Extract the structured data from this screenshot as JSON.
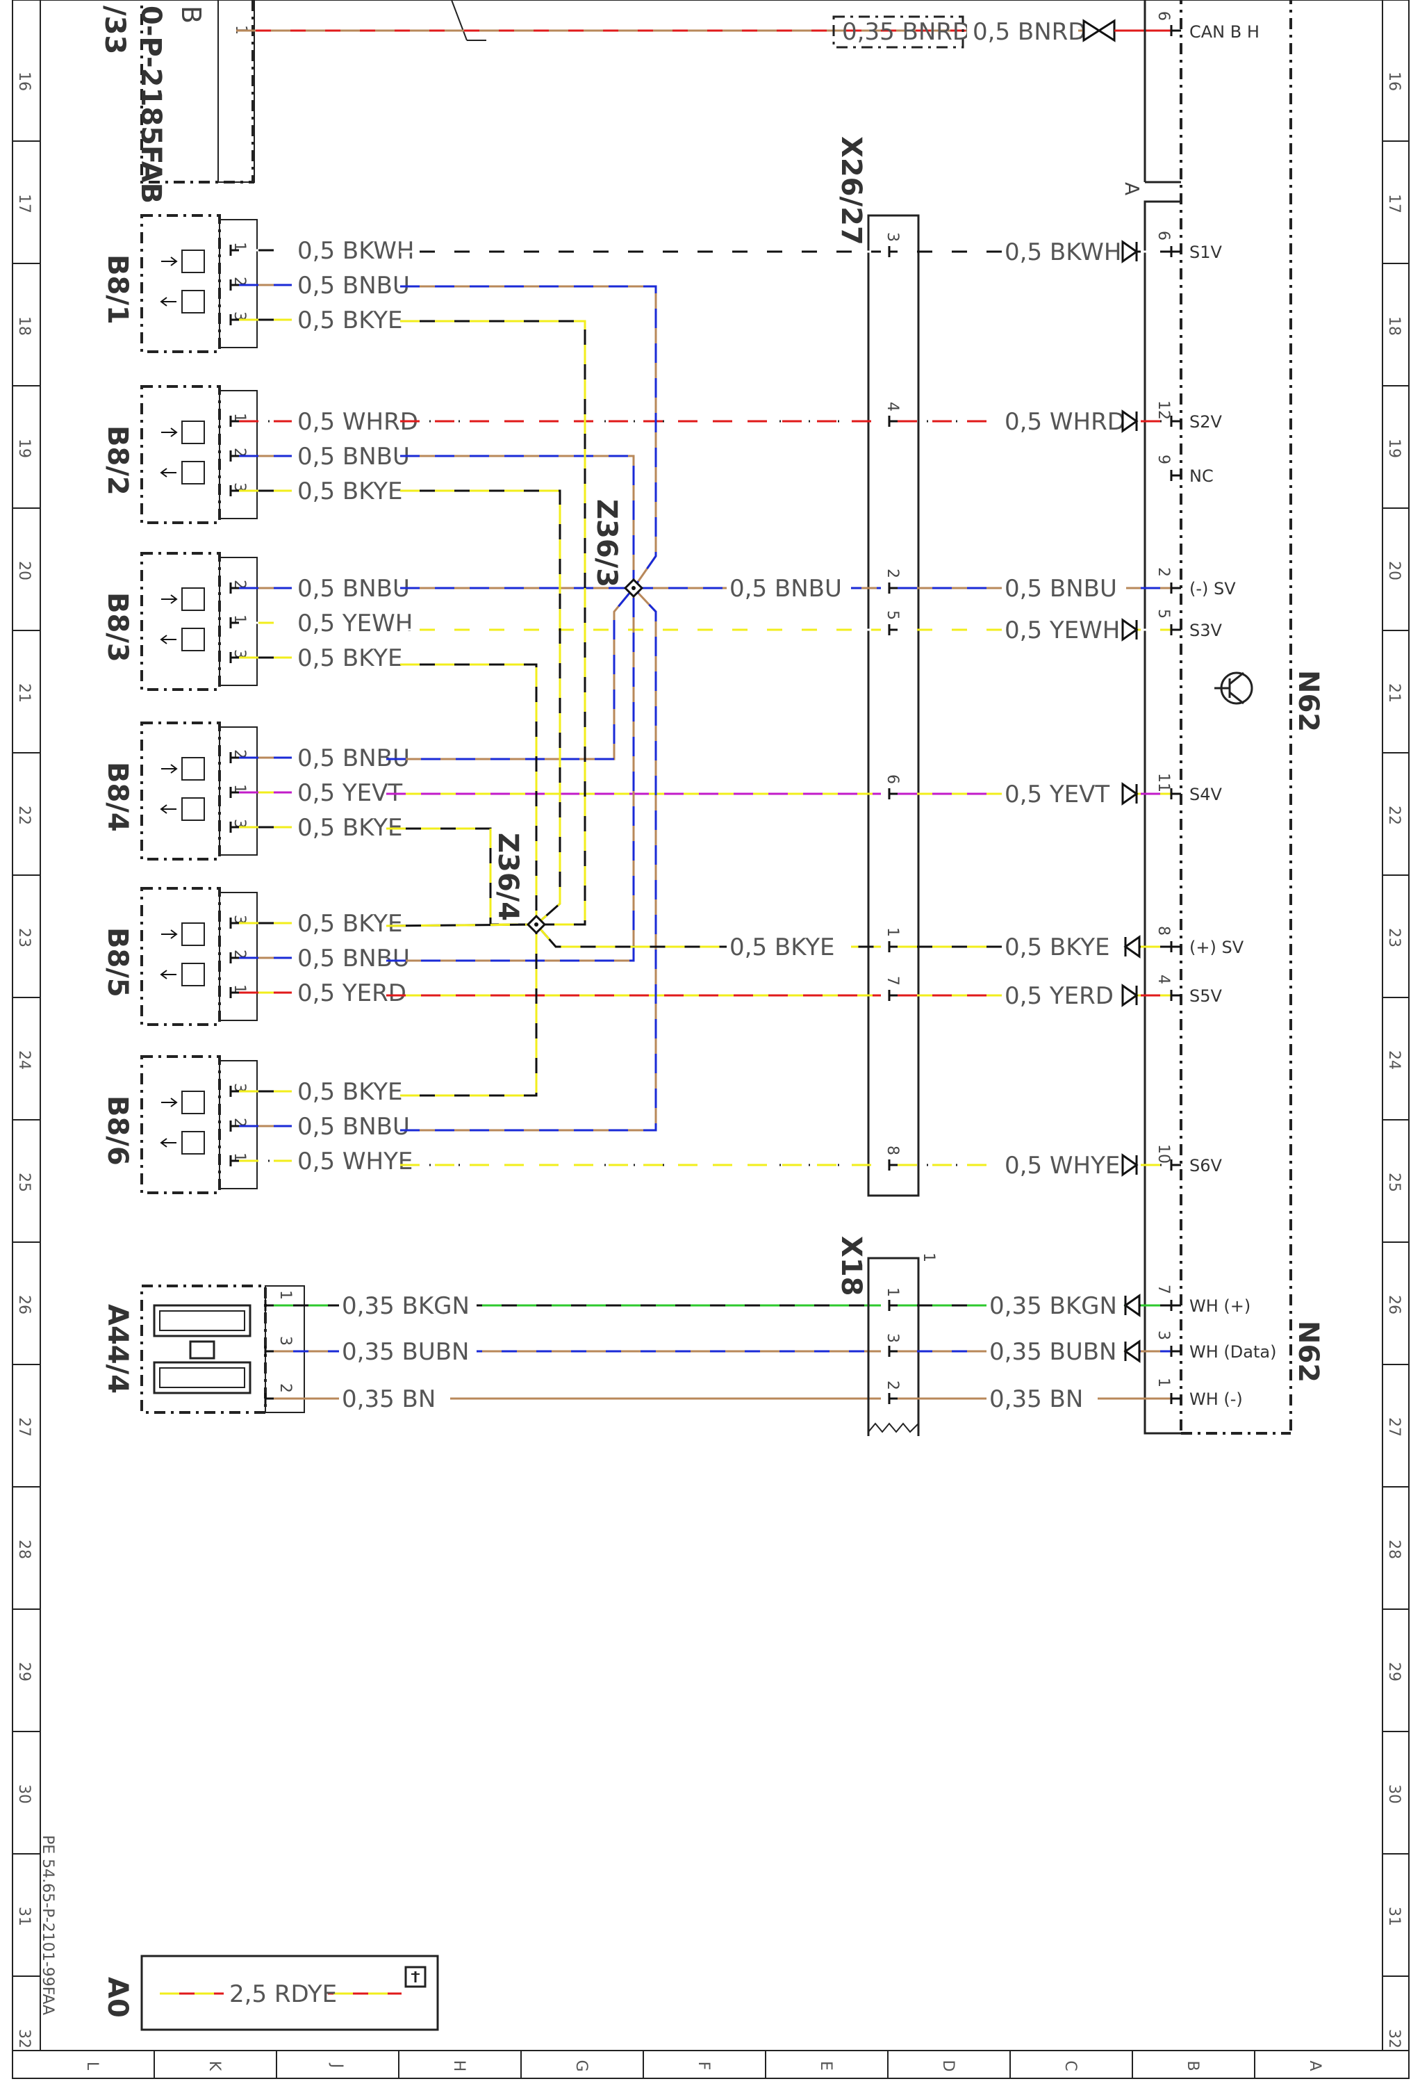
{
  "components": {
    "top_left": {
      "lines": [
        "/33",
        "0-P-2185FAB",
        "B"
      ]
    },
    "b8_1": "B8/1",
    "b8_2": "B8/2",
    "b8_3": "B8/3",
    "b8_4": "B8/4",
    "b8_5": "B8/5",
    "b8_6": "B8/6",
    "a44_4": "A44/4",
    "a0": "A0",
    "x26_27": "X26/27",
    "x18": "X18",
    "z36_3": "Z36/3",
    "z36_4": "Z36/4",
    "n62_top": "N62",
    "n62_bottom": "N62"
  },
  "sensors": [
    {
      "id": "b8_1",
      "wires": [
        {
          "pin": "1",
          "label": "0,5  BKWH"
        },
        {
          "pin": "2",
          "label": "0,5  BNBU"
        },
        {
          "pin": "3",
          "label": "0,5  BKYE"
        }
      ]
    },
    {
      "id": "b8_2",
      "wires": [
        {
          "pin": "1",
          "label": "0,5  WHRD"
        },
        {
          "pin": "2",
          "label": "0,5  BNBU"
        },
        {
          "pin": "3",
          "label": "0,5  BKYE"
        }
      ]
    },
    {
      "id": "b8_3",
      "wires": [
        {
          "pin": "2",
          "label": "0,5  BNBU"
        },
        {
          "pin": "1",
          "label": "0,5  YEWH"
        },
        {
          "pin": "3",
          "label": "0,5  BKYE"
        }
      ]
    },
    {
      "id": "b8_4",
      "wires": [
        {
          "pin": "2",
          "label": "0,5  BNBU"
        },
        {
          "pin": "1",
          "label": "0,5  YEVT"
        },
        {
          "pin": "3",
          "label": "0,5  BKYE"
        }
      ]
    },
    {
      "id": "b8_5",
      "wires": [
        {
          "pin": "3",
          "label": "0,5  BKYE"
        },
        {
          "pin": "2",
          "label": "0,5  BNBU"
        },
        {
          "pin": "1",
          "label": "0,5  YERD"
        }
      ]
    },
    {
      "id": "b8_6",
      "wires": [
        {
          "pin": "3",
          "label": "0,5  BKYE"
        },
        {
          "pin": "2",
          "label": "0,5  BNBU"
        },
        {
          "pin": "1",
          "label": "0,5  WHYE"
        }
      ]
    }
  ],
  "a44_wires": [
    {
      "pin": "1",
      "label": "0,35  BKGN"
    },
    {
      "pin": "3",
      "label": "0,35  BUBN"
    },
    {
      "pin": "2",
      "label": "0,35  BN"
    }
  ],
  "can_line": {
    "pin_left": "1",
    "boxed_label": "0,35  BNRD",
    "label": "0,5  BNRD",
    "pin_right": "6",
    "signal": "CAN  B  H"
  },
  "right_wires": [
    {
      "label": "0,5  BKWH",
      "pin": "6",
      "signal": "S1V"
    },
    {
      "label": "0,5  WHRD",
      "pin": "12",
      "signal": "S2V"
    },
    {
      "label": "",
      "pin": "9",
      "signal": "NC"
    },
    {
      "label": "0,5  BNBU",
      "pin": "2",
      "signal": "(-)  SV"
    },
    {
      "label": "0,5  YEWH",
      "pin": "5",
      "signal": "S3V"
    },
    {
      "label": "0,5  YEVT",
      "pin": "11",
      "signal": "S4V"
    },
    {
      "label": "0,5  BKYE",
      "pin": "8",
      "signal": "(+)  SV"
    },
    {
      "label": "0,5  YERD",
      "pin": "4",
      "signal": "S5V"
    },
    {
      "label": "0,5  WHYE",
      "pin": "10",
      "signal": "S6V"
    }
  ],
  "x26_pins": [
    "3",
    "4",
    "2",
    "5",
    "6",
    "1",
    "7",
    "8"
  ],
  "z36_3_out": "0,5  BNBU",
  "z36_4_out": "0,5  BKYE",
  "x18_wires": [
    {
      "pin": "1",
      "label": "0,35  BKGN",
      "npin": "7",
      "signal": "WH  (+)"
    },
    {
      "pin": "3",
      "label": "0,35  BUBN",
      "npin": "3",
      "signal": "WH  (Data)"
    },
    {
      "pin": "2",
      "label": "0,35  BN",
      "npin": "1",
      "signal": "WH  (-)"
    }
  ],
  "x18_top_pin": "1",
  "n62_conn_a": "A",
  "a0_wire": "2,5  RDYE",
  "row_labels": [
    "16",
    "17",
    "18",
    "19",
    "20",
    "21",
    "22",
    "23",
    "24",
    "25",
    "26",
    "27",
    "28",
    "29",
    "30",
    "31",
    "32"
  ],
  "col_labels": [
    "L",
    "K",
    "J",
    "H",
    "G",
    "F",
    "E",
    "D",
    "C",
    "B",
    "A"
  ],
  "doc_ref": "PE 54.65-P-2101-99FAA",
  "colors": {
    "BK": "#111111",
    "WH": "#ffffff",
    "BN": "#b8885a",
    "BU": "#1a2ad6",
    "YE": "#f2ee1c",
    "RD": "#e01a1a",
    "VT": "#c21cc8",
    "GN": "#2ec82e"
  }
}
